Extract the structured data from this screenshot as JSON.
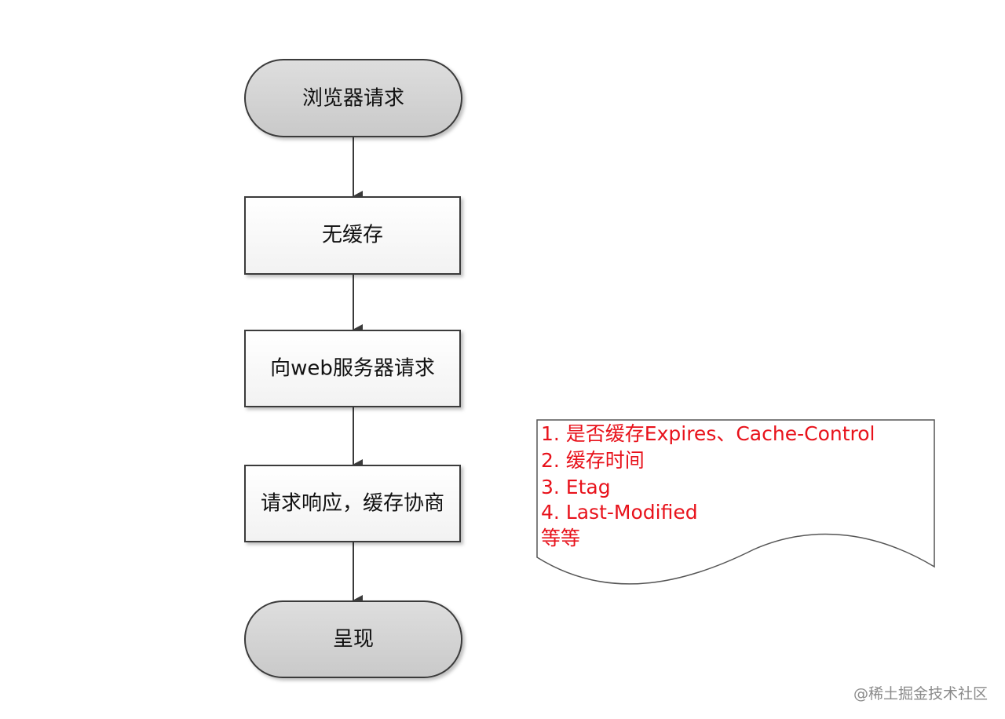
{
  "flowchart": {
    "nodes": [
      {
        "id": "browser-request",
        "shape": "terminator",
        "label": "浏览器请求"
      },
      {
        "id": "no-cache",
        "shape": "process",
        "label": "无缓存"
      },
      {
        "id": "web-server-request",
        "shape": "process",
        "label": "向web服务器请求"
      },
      {
        "id": "response-negotiation",
        "shape": "process",
        "label": "请求响应，缓存协商"
      },
      {
        "id": "render",
        "shape": "terminator",
        "label": "呈现"
      }
    ],
    "edges": [
      {
        "from": "browser-request",
        "to": "no-cache"
      },
      {
        "from": "no-cache",
        "to": "web-server-request"
      },
      {
        "from": "web-server-request",
        "to": "response-negotiation"
      },
      {
        "from": "response-negotiation",
        "to": "render"
      }
    ]
  },
  "note": {
    "lines": [
      "1. 是否缓存Expires、Cache-Control",
      "2. 缓存时间",
      "3. Etag",
      "4. Last-Modified",
      "等等"
    ]
  },
  "colors": {
    "terminator_fill": "#d3d3d3",
    "process_fill": "#fbfbfb",
    "stroke": "#3a3a3a",
    "note_text": "#e8121b"
  },
  "watermark": "@稀土掘金技术社区"
}
